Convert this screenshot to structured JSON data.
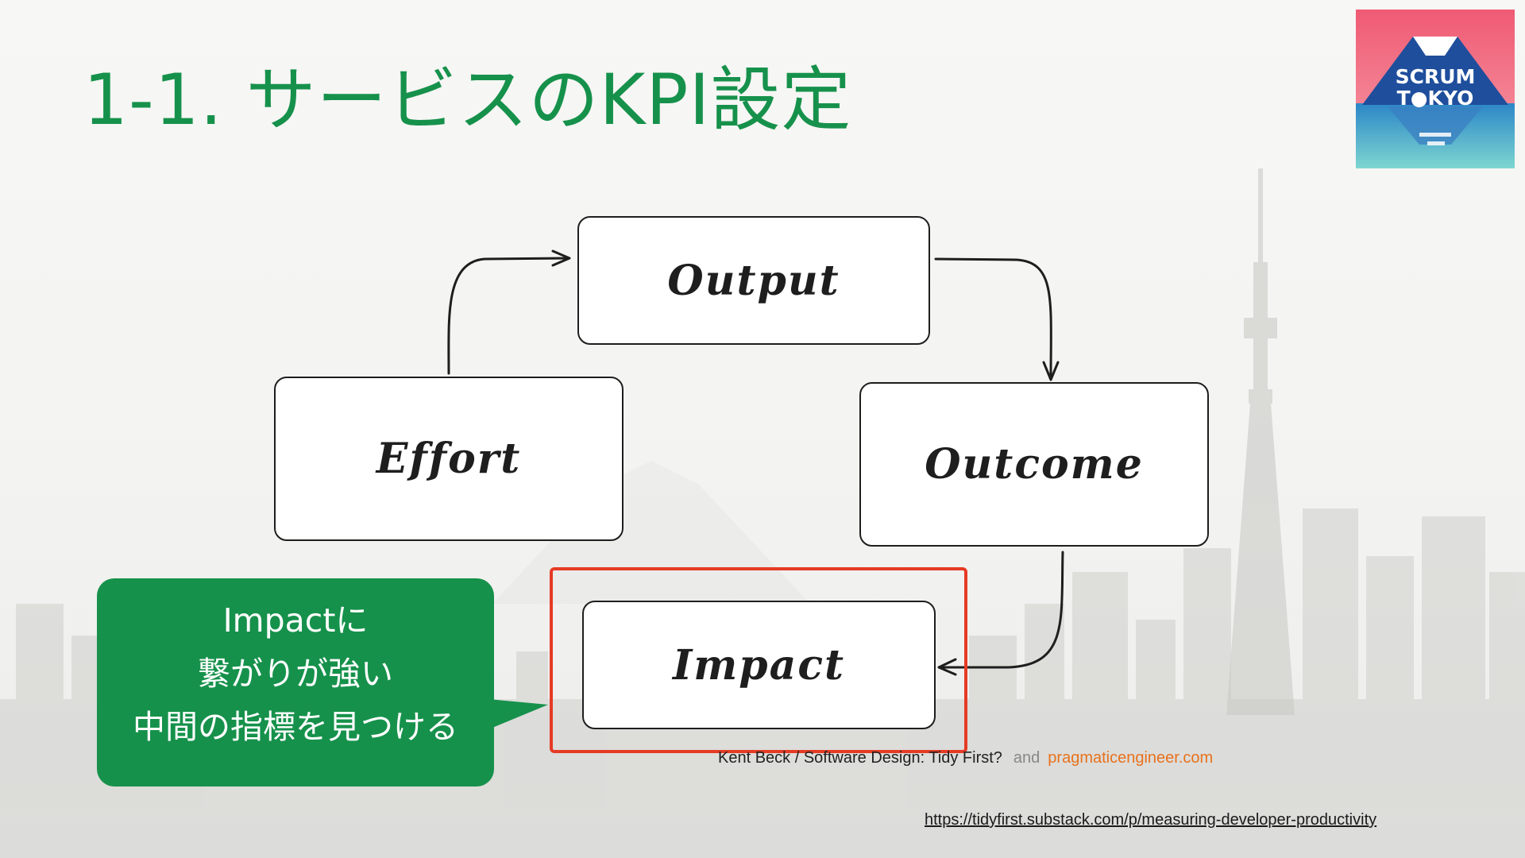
{
  "slide": {
    "title": "1-1. サービスのKPI設定"
  },
  "logo": {
    "line1": "SCRUM",
    "line2": "T●KYO"
  },
  "diagram": {
    "nodes": {
      "output": "Output",
      "effort": "Effort",
      "outcome": "Outcome",
      "impact": "Impact"
    }
  },
  "callout": {
    "lines": [
      "Impactに",
      "繋がりが強い",
      "中間の指標を見つける"
    ]
  },
  "citation": {
    "source1": "Kent Beck / Software Design: Tidy First?",
    "conjunction": "and",
    "source2": "pragmaticengineer.com"
  },
  "url": "https://tidyfirst.substack.com/p/measuring-developer-productivity",
  "colors": {
    "title": "#16914b",
    "callout_bg": "#16914b",
    "highlight": "#e53b25",
    "source2": "#e8721c",
    "node_stroke": "#1e1e1e"
  }
}
